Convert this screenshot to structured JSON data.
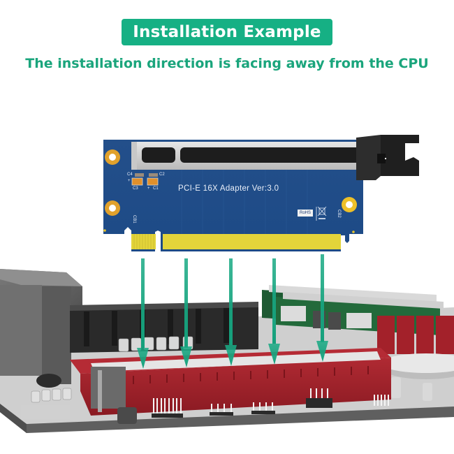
{
  "header": {
    "title": "Installation Example",
    "subtitle": "The installation direction is facing away from the CPU"
  },
  "riser_card": {
    "label": "PCI-E 16X  Adapter  Ver:3.0",
    "rohs_mark": "RoHS",
    "side_labels": {
      "left": "CB1",
      "right": "CB2"
    },
    "capacitors": [
      "C4",
      "C2",
      "C3",
      "C1"
    ],
    "plus_marks": [
      "+",
      "+"
    ]
  },
  "arrows": {
    "count": 5,
    "color": "#1aaa84",
    "direction": "down"
  },
  "colors": {
    "accent": "#16b084",
    "subtitle": "#1aa57c",
    "pcb_blue": "#1f4f8c",
    "gold_contacts": "#e3d43a",
    "slot_red": "#9a1f27",
    "board_gray": "#6a6a6a"
  }
}
